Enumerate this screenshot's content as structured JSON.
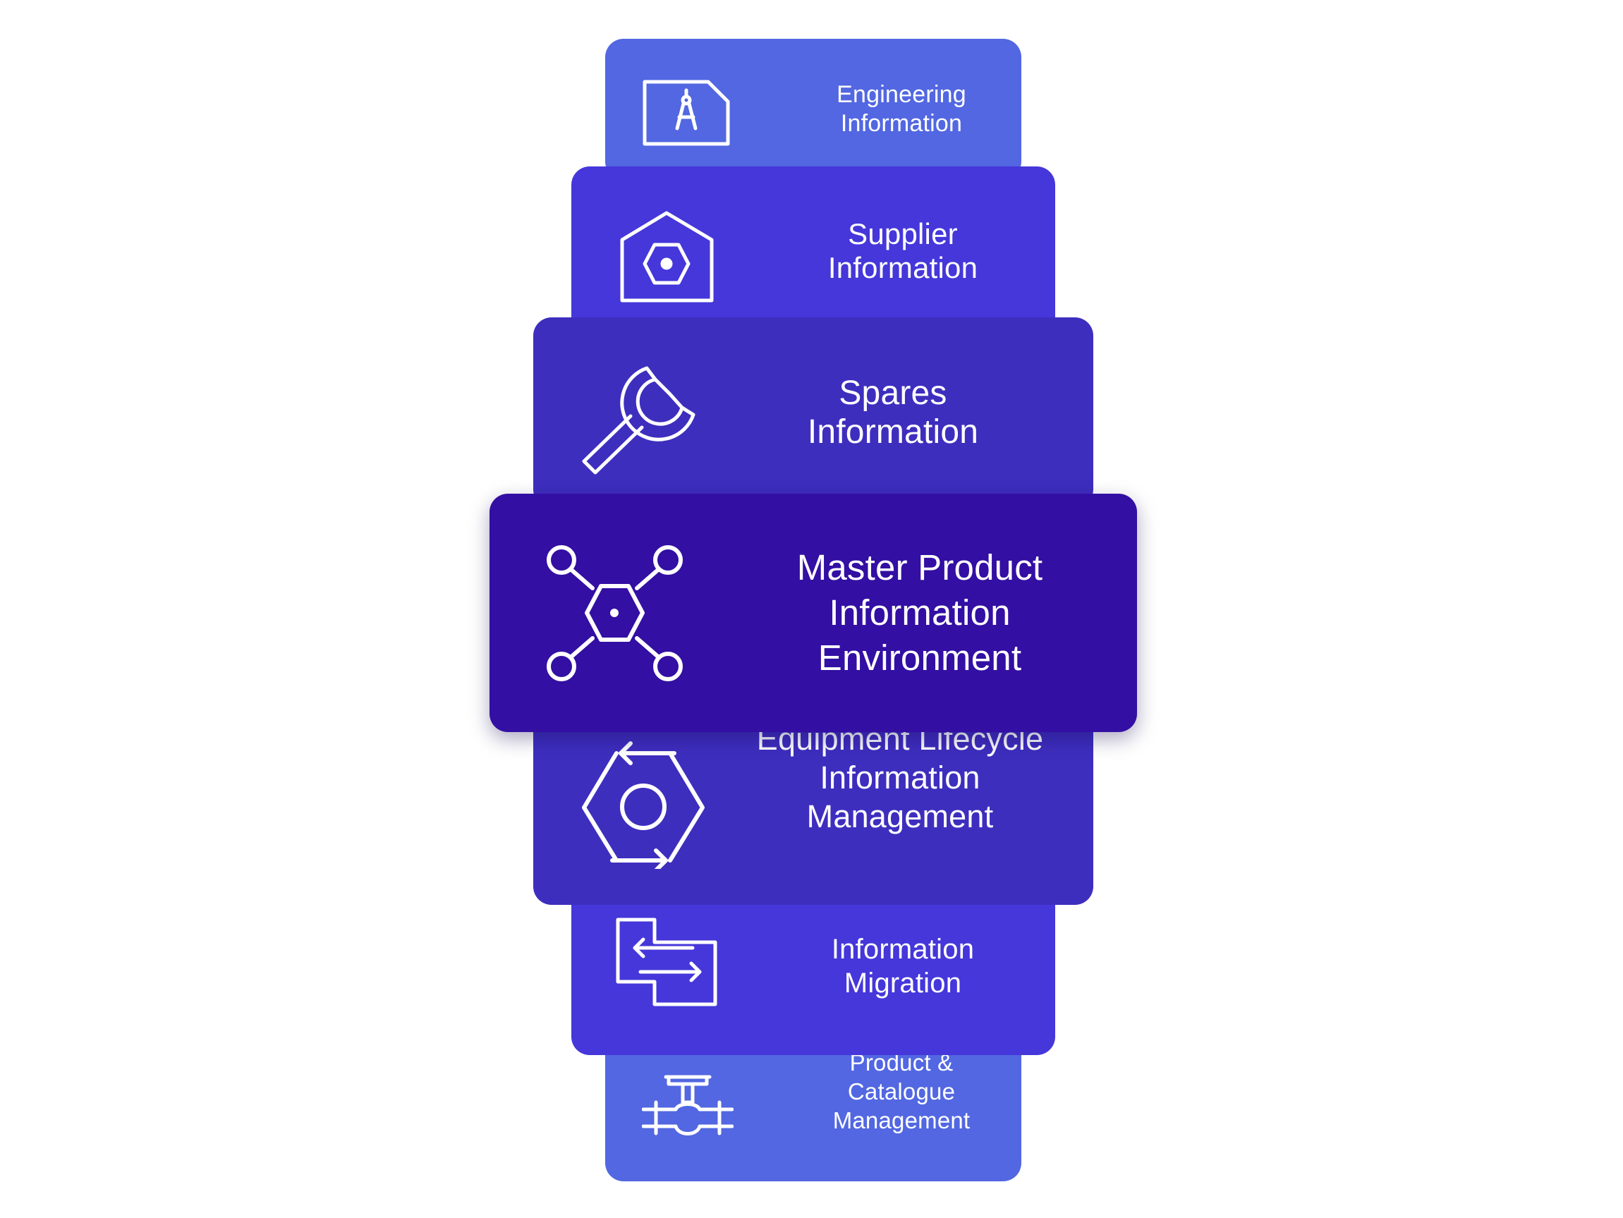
{
  "colors": {
    "outer": "#5267E1",
    "second": "#4537DA",
    "third": "#3E2EBE",
    "center": "#330FA3",
    "text": "#FFFFFF"
  },
  "layers": [
    {
      "key": "engineering",
      "lines": [
        "Engineering",
        "Information"
      ],
      "icon": "drafting-compass-document-icon"
    },
    {
      "key": "supplier",
      "lines": [
        "Supplier",
        "Information"
      ],
      "icon": "warehouse-hex-nut-icon"
    },
    {
      "key": "spares",
      "lines": [
        "Spares",
        "Information"
      ],
      "icon": "wrench-icon"
    },
    {
      "key": "master",
      "lines": [
        "Master Product",
        "Information",
        "Environment"
      ],
      "icon": "hex-nut-network-icon"
    },
    {
      "key": "equipment",
      "lines": [
        "Equipment Lifecycle",
        "Information",
        "Management"
      ],
      "icon": "hex-cycle-arrows-icon"
    },
    {
      "key": "migration",
      "lines": [
        "Information",
        "Migration"
      ],
      "icon": "swap-arrows-icon"
    },
    {
      "key": "product",
      "lines": [
        "Product &",
        "Catalogue",
        "Management"
      ],
      "icon": "pipe-valve-icon"
    }
  ]
}
